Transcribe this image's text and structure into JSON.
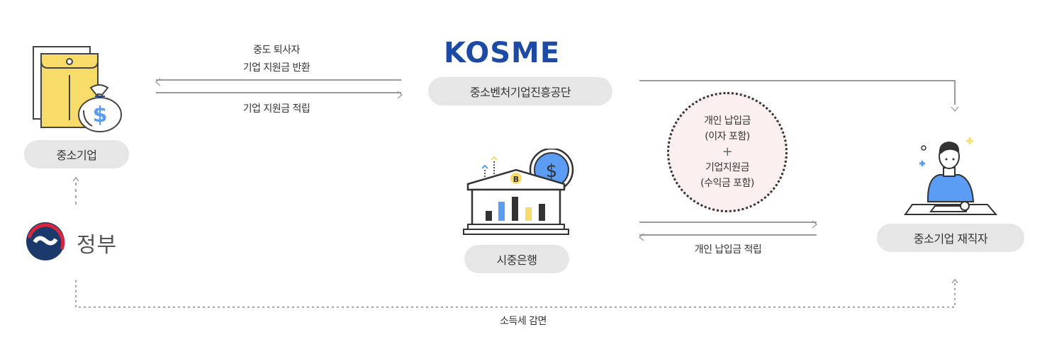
{
  "nodes": {
    "sme": {
      "label": "중소기업",
      "icon": "envelope-moneybag-icon"
    },
    "government": {
      "label": "정부",
      "icon": "korea-government-emblem-icon"
    },
    "kosme": {
      "logo_text": "KOSME",
      "label": "중소벤처기업진흥공단"
    },
    "bank": {
      "label": "시중은행",
      "icon": "bank-building-icon"
    },
    "employee": {
      "label": "중소기업 재직자",
      "icon": "worker-at-desk-icon"
    }
  },
  "flows": {
    "return_line1": "중도 퇴사자",
    "return_line2": "기업 지원금 반환",
    "accumulate_support": "기업 지원금 적립",
    "personal_deposit": "개인 납입금 적립",
    "tax_reduction": "소득세 감면"
  },
  "payout_circle": {
    "line1": "개인 납입금",
    "line2": "(이자 포함)",
    "plus": "+",
    "line3": "기업지원금",
    "line4": "(수익금 포함)"
  },
  "colors": {
    "pill_bg": "#e6e6e6",
    "arrow": "#9a9a9a",
    "kosme_blue": "#1d4aa5",
    "kosme_red": "#d7263d",
    "accent_blue": "#5b9cf5",
    "accent_yellow": "#f8dc6a",
    "circle_bg": "#fcefef"
  }
}
